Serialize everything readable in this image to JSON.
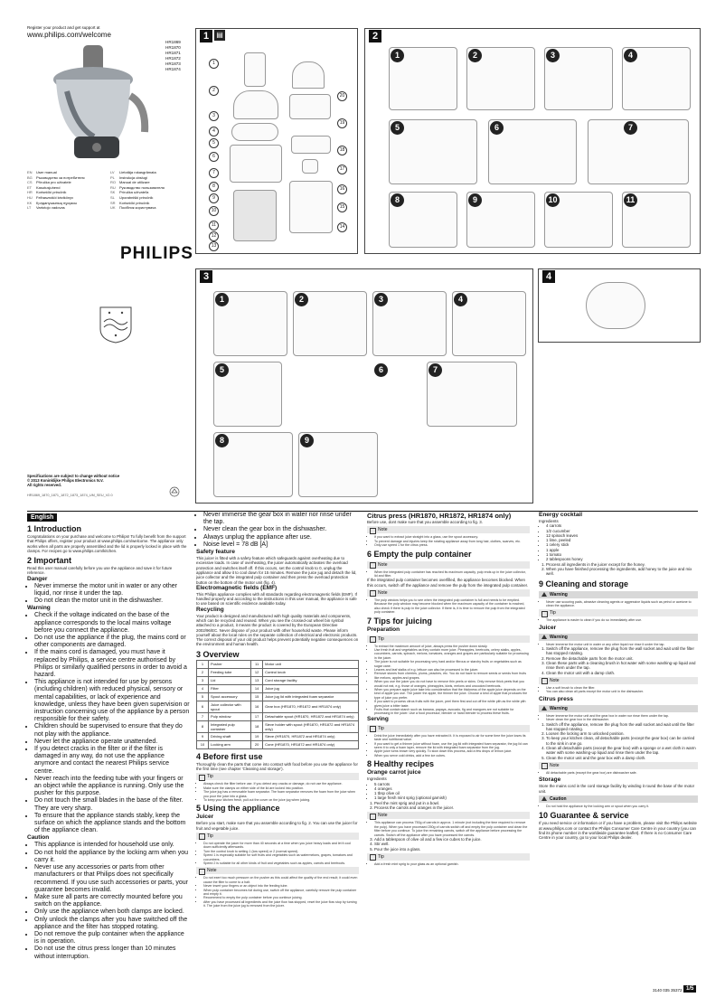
{
  "header": {
    "register": "Register your product and get support at",
    "url": "www.philips.com/welcome",
    "models": [
      "HR1869",
      "HR1870",
      "HR1871",
      "HR1872",
      "HR1873",
      "HR1874"
    ]
  },
  "languages_left": [
    {
      "code": "EN",
      "name": "User manual"
    },
    {
      "code": "BG",
      "name": "Ръководство за потребителя"
    },
    {
      "code": "CS",
      "name": "Příručka pro uživatele"
    },
    {
      "code": "ET",
      "name": "Kasutusjuhend"
    },
    {
      "code": "HR",
      "name": "Korisnički priručnik"
    },
    {
      "code": "HU",
      "name": "Felhasználói kézikönyv"
    },
    {
      "code": "KK",
      "name": "Қолданушының нұсқасы"
    },
    {
      "code": "LT",
      "name": "Vartotojo vadovas"
    }
  ],
  "languages_right": [
    {
      "code": "LV",
      "name": "Lietotāja rokasgrāmata"
    },
    {
      "code": "PL",
      "name": "Instrukcja obsługi"
    },
    {
      "code": "RO",
      "name": "Manual de utilizare"
    },
    {
      "code": "RU",
      "name": "Руководство пользователя"
    },
    {
      "code": "SK",
      "name": "Príručka užívateľa"
    },
    {
      "code": "SL",
      "name": "Uporabniški priročnik"
    },
    {
      "code": "SR",
      "name": "Korisnički priručnik"
    },
    {
      "code": "UK",
      "name": "Посібник користувача"
    }
  ],
  "brand": "PHILIPS",
  "spec_notice": [
    "Specifications are subject to change without notice",
    "© 2013 Koninklijke Philips Electronics N.V.",
    "All rights reserved."
  ],
  "doc_code": "HR1869_1870_1871_1872_1873_1874_UM_SEU_V2.0",
  "panels": {
    "p1": "1",
    "p2": "2",
    "p3": "3",
    "p4": "4"
  },
  "fig1_left_nums": [
    "1",
    "2",
    "3",
    "4",
    "5",
    "6",
    "7",
    "8",
    "9",
    "10",
    "11",
    "12",
    "13"
  ],
  "fig1_right_nums": [
    "20",
    "19",
    "18",
    "17",
    "16",
    "15",
    "14"
  ],
  "fig2_steps": [
    "1",
    "2",
    "3",
    "4",
    "5",
    "6",
    "7",
    "8",
    "9",
    "10",
    "11"
  ],
  "fig3_steps": [
    "1",
    "2",
    "3",
    "4",
    "5",
    "6",
    "7",
    "8",
    "9"
  ],
  "english": {
    "lang": "English",
    "s1_title": "1   Introduction",
    "s1_body": "Congratulations on your purchase and welcome to Philips! To fully benefit from the support that Philips offers, register your product at www.philips.com/welcome. The appliance only works when all parts are properly assembled and the lid is properly locked in place with the clamps. For recipes go to www.philips.com/kitchen.",
    "s2_title": "2   Important",
    "s2_intro": "Read this user manual carefully before you use the appliance and save it for future reference.",
    "danger": "Danger",
    "danger_items": [
      "Never immerse the motor unit in water or any other liquid, nor rinse it under the tap.",
      "Do not clean the motor unit in the dishwasher."
    ],
    "warning": "Warning",
    "warning_items": [
      "Check if the voltage indicated on the base of the appliance corresponds to the local mains voltage before you connect the appliance.",
      "Do not use the appliance if the plug, the mains cord or other components are damaged.",
      "If the mains cord is damaged, you must have it replaced by Philips, a service centre authorised by Philips or similarly qualified persons in order to avoid a hazard.",
      "This appliance is not intended for use by persons (including children) with reduced physical, sensory or mental capabilities, or lack of experience and knowledge, unless they have been given supervision or instruction concerning use of the appliance by a person responsible for their safety.",
      "Children should be supervised to ensure that they do not play with the appliance.",
      "Never let the appliance operate unattended.",
      "If you detect cracks in the filter or if the filter is damaged in any way, do not use the appliance anymore and contact the nearest Philips service centre.",
      "Never reach into the feeding tube with your fingers or an object while the appliance is running. Only use the pusher for this purpose.",
      "Do not touch the small blades in the base of the filter. They are very sharp.",
      "To ensure that the appliance stands stably, keep the surface on which the appliance stands and the bottom of the appliance clean."
    ],
    "caution": "Caution",
    "caution_items": [
      "This appliance is intended for household use only.",
      "Do not hold the appliance by the locking arm when you carry it.",
      "Never use any accessories or parts from other manufacturers or that Philips does not specifically recommend. If you use such accessories or parts, your guarantee becomes invalid.",
      "Make sure all parts are correctly mounted before you switch on the appliance.",
      "Only use the appliance when both clamps are locked.",
      "Only unlock the clamps after you have switched off the appliance and the filter has stopped rotating.",
      "Do not remove the pulp container when the appliance is in operation.",
      "Do not use the citrus press longer than 10 minutes without interruption."
    ],
    "col2_items": [
      "Never immerse the gear box in water nor rinse under the tap.",
      "Never clean the gear box in the dishwasher.",
      "Always unplug the appliance after use.",
      "Noise level = 78 dB [A]"
    ],
    "safety_title": "Safety feature",
    "safety_body": "This juicer is fitted with a safety feature which safeguards against overheating due to excessive loads. In case of overheating, the juicer automatically activates the overload protection and switches itself off. If this occurs, set the control knob to 0, unplug the appliance and allow it to cool down for 15 minutes. Remove the juice jug and detach the lid, juice collector and the integrated pulp container and then press the overload protection button on the bottom of the motor unit (fig. 4).",
    "emf_title": "Electromagnetic fields (EMF)",
    "emf_body": "This Philips appliance complies with all standards regarding electromagnetic fields (EMF). If handled properly and according to the instructions in this user manual, the appliance is safe to use based on scientific evidence available today.",
    "recycling_title": "Recycling",
    "recycling_body": "Your product is designed and manufactured with high quality materials and components, which can be recycled and reused. When you see the crossed-out wheel bin symbol attached to a product, it means the product is covered by the European Directive 2002/96/EC. Never dispose of your product with other household waste. Please inform yourself about the local rules on the separate collection of electrical and electronic products. The correct disposal of your old product helps prevent potentially negative consequences on the environment and human health.",
    "s3_title": "3   Overview",
    "overview": [
      [
        "1",
        "Pusher",
        "11",
        "Motor unit"
      ],
      [
        "2",
        "Feeding tube",
        "12",
        "Control knob"
      ],
      [
        "3",
        "Lid",
        "13",
        "Cord storage facility"
      ],
      [
        "4",
        "Filter",
        "14",
        "Juice jug"
      ],
      [
        "5",
        "Spout accessory",
        "15",
        "Juice jug lid with integrated foam separator"
      ],
      [
        "6",
        "Juice collector with spout",
        "16",
        "Gear box (HR1870, HR1872 and HR1874 only)"
      ],
      [
        "7",
        "Pulp window",
        "17",
        "Detachable spout (HR1870, HR1872 and HR1874 only)"
      ],
      [
        "8",
        "Integrated pulp container",
        "18",
        "Sieve holder with spout (HR1870, HR1872 and HR1874 only)"
      ],
      [
        "9",
        "Driving shaft",
        "19",
        "Sieve (HR1870, HR1872 and HR1874 only)"
      ],
      [
        "10",
        "Locking arm",
        "20",
        "Cone (HR1870, HR1872 and HR1874 only)"
      ]
    ],
    "s4_title": "4   Before first use",
    "s4_body": "Thoroughly clean the parts that come into contact with food before you use the appliance for the first time (see chapter 'Cleaning and storage').",
    "tip": "Tip",
    "tip4_items": [
      "Always check the filter before use. If you detect any cracks or damage, do not use the appliance.",
      "Make sure the clamps on either side of the lid are locked into position.",
      "The juice jug has a removable foam separator. The foam separator removes the foam from the juice when you pour the juice into a glass.",
      "To keep your kitchen fresh, pull out the cover on the juice jug when juicing."
    ],
    "s5_title": "5   Using the appliance",
    "juicer": "Juicer",
    "juicer_body": "Before you start, make sure that you assemble according to fig. 2. You can use the juicer for fruit and vegetable juice.",
    "tip5_items": [
      "Do not operate the juicer for more than 40 seconds at a time when you juice heavy loads and let it cool down sufficiently afterwards.",
      "Turn the control knob to setting 1 (low speed) or 2 (normal speed).",
      "Speed 1 is especially suitable for soft fruits and vegetables such as watermelons, grapes, tomatoes and cucumbers.",
      "Speed 2 is suitable for all other kinds of fruit and vegetables such as apples, carrots and beetroots."
    ],
    "note": "Note",
    "note5_items": [
      "Do not exert too much pressure on the pusher as this could affect the quality of the end result; it could even cause the filter to come to a halt.",
      "Never insert your fingers or an object into the feeding tube.",
      "When pulp container becomes full during use, switch off the appliance, carefully remove the pulp container and empty it.",
      "Recommend to empty the pulp container before you continue juicing.",
      "After you have processed all ingredients and the juice flow has stopped, reset the juice flow stop by turning it. The juice from the juice jug is removed from the juicer."
    ],
    "citrus_title": "Citrus press (HR1870, HR1872, HR1874 only)",
    "citrus_body": "Before use, dont make sure that you assemble according to fig. 3.",
    "citrus_notes": [
      "If you want to extract juice straight into a glass, use the spout accessory.",
      "To prevent damage and injuries keep the rotating appliance away from long hair, clothes, scarves, etc.",
      "Only use speed 1 for the citrus press."
    ],
    "s6_title": "6   Empty the pulp container",
    "s6_note": "When the integrated pulp container has reached its maximum capacity, pulp ends up in the juice collector, lid and filter.",
    "s6_body": "If the integrated pulp container becomes overfilled, the appliance becomes blocked. When this occurs, switch off the appliance and remove the pulp from the integrated pulp container.",
    "s6_note2": "The pulp window helps you to see when the integrated pulp container is full and needs to be emptied. Because the pulp window may become blocked when the maximum capacity of the container is reached, also check if there is pulp in the juice collector. If there is, it is time to remove the pulp from the integrated pulp container.",
    "s7_title": "7   Tips for juicing",
    "preparation": "Preparation",
    "prep_tips": [
      "To extract the maximum amount of juice, always press the pusher down slowly.",
      "Use fresh fruit and vegetables as they contain more juice. Pineapples, beetroots, celery stalks, apples, cucumbers, carrots, spinach, melons, tomatoes, oranges and grapes are particularly suitable for processing in the juicer.",
      "The juicer is not suitable for processing very hard and/or fibrous or starchy fruits or vegetables such as sugar cane.",
      "Leaves and leaf stalks of e.g. lettuce can also be processed in the juicer.",
      "Remove stones from cherries, plums, peaches, etc. You do not have to remove seeds or seeds from fruits like melons, apples and grapes.",
      "When you use the juicer you do not have to remove thin peels or skins. Only remove thick peels that you would not eat, e.g. those of oranges, pineapples, kiwis, melons and uncooked beetroots.",
      "When you prepare apple juice take into consideration that the thickness of the apple juice depends on the kind of apple you use. The juicier the apple, the thinner the juice. Choose a kind of apple that produces the type of juice you prefer.",
      "If you want to process citrus fruits with the juicer, peel them first and cut off the white pith as the white pith gives juice a bitter taste.",
      "Fruits that contain starch such as banana, papaya, avocado, fig and mangoes are not suitable for processing in the juicer. Use a food processor, blender or hand blender to process these fruits."
    ],
    "serving": "Serving",
    "serving_tips": [
      "Drink the juice immediately after you have extracted it. It is exposed to air for some time the juice loses its taste and nutritional value.",
      "If you want to get a thinner juice without foam, use the jug lid with integrated foam separator, the jug lid can seem it to only a foam layer, remove the lid with integrated foam separator from the jug.",
      "Apple juice turns brown very quickly. To slow down this process, add a few drops of lemon juice.",
      "When you serve cold drinks, add a few ice cubes."
    ],
    "s8_title": "8   Healthy recipes",
    "orange_title": "Orange carrot juice",
    "ingredients": "Ingredients",
    "orange_ingredients": [
      "5 carrots",
      "4 oranges",
      "1 tbsp olive oil",
      "1 large fresh mint sprig (optional garnish)"
    ],
    "orange_steps": [
      "Peel the mint sprig and put in a bowl.",
      "Process the carrots and oranges in the juicer."
    ],
    "orange_note": "This appliance can process 750g of carrots in approx. 1 minute (not including the time required to remove the pulp). When you have processed 250g of carrots switch off and empty the pulp container and clean the filter before you continue. To juice the remaining carrots, switch off the appliance before processing the carrots. Switch off the appliance after you have processed the carrots.",
    "orange_steps2": [
      "Add a tablespoon of olive oil and a few ice cubes to the juice.",
      "Stir well.",
      "Pour the juice into a glass."
    ],
    "orange_tip": "Add a fresh mint sprig to your glass as an optional garnish.",
    "energy_title": "Energy cocktail",
    "energy_ingredients": [
      "4 carrots",
      "1/2 cucumber",
      "12 spinach leaves",
      "1 lime, peeled",
      "1 celery stick",
      "1 apple",
      "1 tomato",
      "2 tablespoons honey"
    ],
    "energy_steps": [
      "Process all ingredients in the juicer except for the honey.",
      "When you have finished processing the ingredients, add honey to the juice and mix well."
    ],
    "s9_title": "9   Cleaning and storage",
    "warning_label": "Warning",
    "s9_warning": "Never use scouring pads, abrasive cleaning agents or aggressive liquids such as petrol or acetone to clean the appliance.",
    "s9_tip": "The appliance is easier to clean if you do so immediately after use.",
    "juicer_h": "Juicer",
    "juicer_warning": "Never immerse the motor unit in water or any other liquid nor rinse it under the tap.",
    "juicer_clean": [
      "Switch off the appliance, remove the plug from the wall socket and wait until the filter has stopped rotating.",
      "Remove the detachable parts from the motor unit.",
      "Clean these parts with a cleaning brush in hot water with some washing-up liquid and rinse them under the tap.",
      "Clean the motor unit with a damp cloth."
    ],
    "juicer_notes": [
      "Use a soft brush to clean the filter.",
      "You can also clean all parts except the motor unit in the dishwasher."
    ],
    "citrus_h": "Citrus press",
    "citrus_warning": [
      "Never immerse the motor unit and the gear box in water nor rinse them under the tap.",
      "Never clean the gear box in the dishwasher."
    ],
    "citrus_clean": [
      "Switch off the appliance, remove the plug from the wall socket and wait until the filter has stopped rotating.",
      "Loosen the locking arm to unlocked position.",
      "To keep your kitchen clean, all detachable parts (except the gear box) can be carried to the sink in one go.",
      "Clean all detachable parts (except the gear box) with a sponge or a wet cloth in warm water with some washing-up liquid and rinse them under the tap.",
      "Clean the motor unit and the gear box with a damp cloth."
    ],
    "citrus_note": "All detachable parts (except the gear box) are dishwasher safe.",
    "storage": "Storage",
    "storage_body": "Store the mains cord in the cord storage facility by winding it round the base of the motor unit.",
    "caution_label": "Caution",
    "storage_caution": "Do not hold the appliance by the locking arm or spout when you carry it.",
    "s10_title": "10   Guarantee & service",
    "s10_body": "If you need service or information or if you have a problem, please visit the Philips website at www.philips.com or contact the Philips Consumer Care Centre in your country (you can find its phone number in the worldwide guarantee leaflet). If there is no Consumer Care Centre in your country, go to your local Philips dealer."
  },
  "footer": {
    "code": "3140 035 35372",
    "page": "1/5"
  }
}
